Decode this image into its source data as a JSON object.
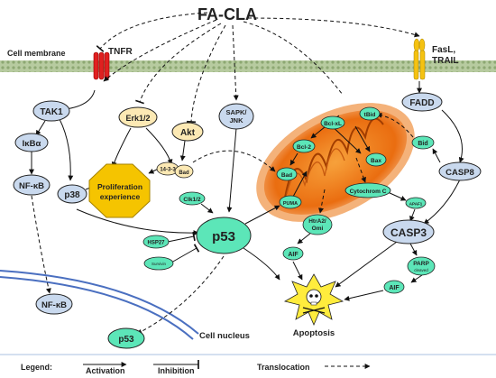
{
  "title": "FA-CLA",
  "membrane_label": "Cell membrane",
  "nucleus_label": "Cell nucleus",
  "receptors": {
    "tnfr": "TNFR",
    "fasl": "FasL,",
    "trail": "TRAIL"
  },
  "nodes": {
    "tak1": "TAK1",
    "ikba": "IκBα",
    "nfkb": "NF-κB",
    "nfkb_nuc": "NF-κB",
    "p38": "p38",
    "erk": "Erk1/2",
    "akt": "Akt",
    "sapk1": "SAPK/",
    "sapk2": "JNK",
    "fadd": "FADD",
    "bid": "Bid",
    "tbid": "tBid",
    "bclxl": "Bcl-xL",
    "bcl2": "Bcl-2",
    "bad_mito": "Bad",
    "bax": "Bax",
    "puma": "PUMA",
    "casp8": "CASP8",
    "casp3": "CASP3",
    "apaf1": "APAF1",
    "cytc": "Cytochrom C",
    "htra2_1": "HtrA2/",
    "htra2_2": "Omi",
    "aif1": "AIF",
    "aif2": "AIF",
    "parp": "PARP",
    "parp_sub": "cleaved",
    "bad_akt": "Bad",
    "s1433": "14-3-3",
    "prolif1": "Proliferation",
    "prolif2": "experience",
    "clk": "Clk1/2",
    "hsp27": "HSP27",
    "survivin": "Survivin",
    "p53": "p53",
    "p53_nuc": "p53",
    "apoptosis": "Apoptosis"
  },
  "legend": {
    "title": "Legend:",
    "activation": "Activation",
    "inhibition": "Inhibition",
    "translocation": "Translocation"
  },
  "colors": {
    "membrane_green": "#b7cba0",
    "node_blue": "#c9d9ee",
    "node_yellow": "#fce9b4",
    "node_green": "#5ce6b8",
    "octagon": "#f5c400",
    "mito": "#f07a18",
    "receptor_red": "#e02020",
    "receptor_yellow": "#f5c211",
    "nucleus_line": "#4a6fc0"
  }
}
